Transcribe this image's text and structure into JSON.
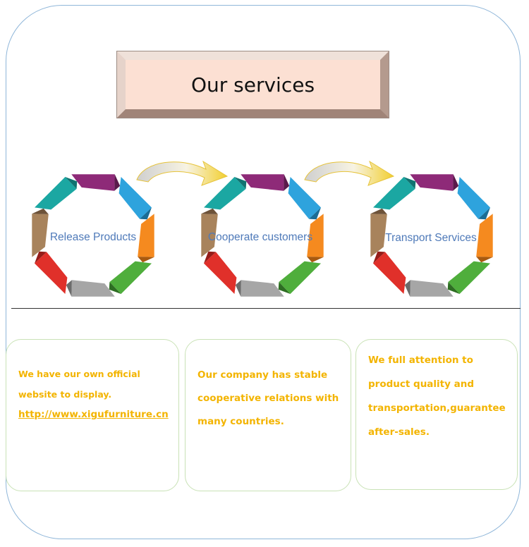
{
  "title": "Our services",
  "colors": {
    "frame_border": "#8fb6d9",
    "card_border": "#c9e2b6",
    "card_text": "#f3b400",
    "cycle_label": "#4f7ab9",
    "title_bg": "#fce0d3",
    "arrow": "#f2cf2f"
  },
  "cycles": [
    {
      "label": "Release Products"
    },
    {
      "label": "Cooperate customers"
    },
    {
      "label": "Transport Services"
    }
  ],
  "cards": [
    {
      "lines": [
        "We have our own official",
        "website to display."
      ],
      "link": "http://www.xigufurniture.cn"
    },
    {
      "lines": [
        "Our company has stable",
        "cooperative relations with",
        "many countries."
      ]
    },
    {
      "lines": [
        "We full attention to",
        "product quality and",
        "transportation,guarantee",
        "after-sales."
      ]
    }
  ]
}
